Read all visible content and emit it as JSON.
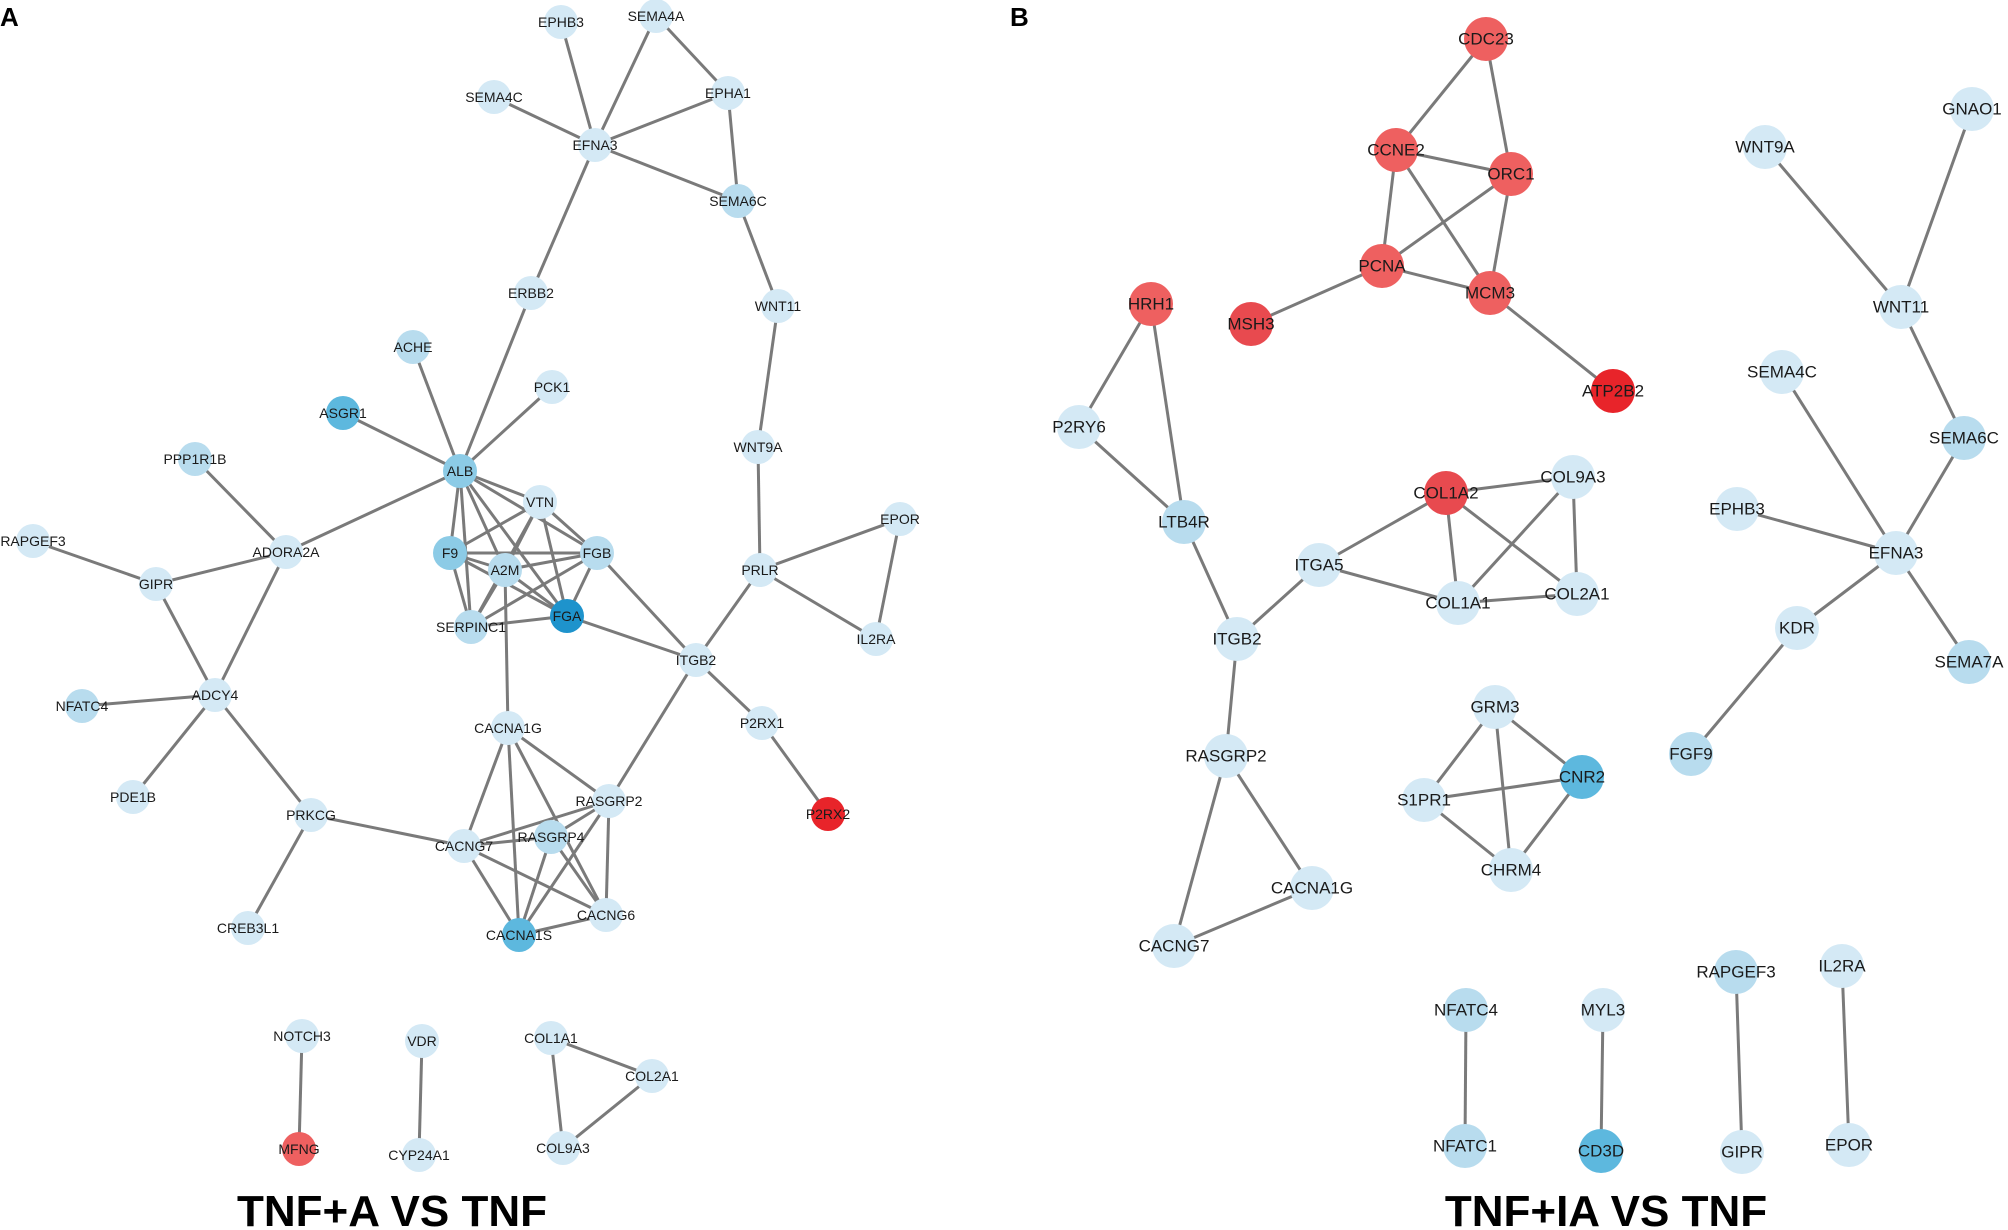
{
  "colors": {
    "edge": "#7a7a7a",
    "pale": "#d4e9f5",
    "light": "#b8dcee",
    "medium": "#8ccbe6",
    "strong": "#5db8de",
    "deep": "#1e93cc",
    "red": "#e8242a",
    "red_soft": "#ee6060",
    "red_mid": "#e84a4f"
  },
  "panels": [
    {
      "letter": "A",
      "title": "TNF+A VS TNF",
      "nodes": [
        {
          "id": "EPHB3",
          "shade": "pale"
        },
        {
          "id": "SEMA4A",
          "shade": "pale"
        },
        {
          "id": "SEMA4C",
          "shade": "pale"
        },
        {
          "id": "EPHA1",
          "shade": "pale"
        },
        {
          "id": "EFNA3",
          "shade": "pale"
        },
        {
          "id": "SEMA6C",
          "shade": "light"
        },
        {
          "id": "ERBB2",
          "shade": "pale"
        },
        {
          "id": "WNT11",
          "shade": "pale"
        },
        {
          "id": "ACHE",
          "shade": "light"
        },
        {
          "id": "PCK1",
          "shade": "pale"
        },
        {
          "id": "ASGR1",
          "shade": "strong"
        },
        {
          "id": "WNT9A",
          "shade": "pale"
        },
        {
          "id": "PPP1R1B",
          "shade": "light"
        },
        {
          "id": "ALB",
          "shade": "medium"
        },
        {
          "id": "VTN",
          "shade": "pale"
        },
        {
          "id": "EPOR",
          "shade": "pale"
        },
        {
          "id": "RAPGEF3",
          "shade": "pale"
        },
        {
          "id": "ADORA2A",
          "shade": "pale"
        },
        {
          "id": "F9",
          "shade": "medium"
        },
        {
          "id": "FGB",
          "shade": "light"
        },
        {
          "id": "A2M",
          "shade": "light"
        },
        {
          "id": "PRLR",
          "shade": "pale"
        },
        {
          "id": "GIPR",
          "shade": "pale"
        },
        {
          "id": "FGA",
          "shade": "deep"
        },
        {
          "id": "SERPINC1",
          "shade": "light"
        },
        {
          "id": "IL2RA",
          "shade": "pale"
        },
        {
          "id": "ITGB2",
          "shade": "pale"
        },
        {
          "id": "NFATC4",
          "shade": "light"
        },
        {
          "id": "ADCY4",
          "shade": "pale"
        },
        {
          "id": "CACNA1G",
          "shade": "pale"
        },
        {
          "id": "P2RX1",
          "shade": "pale"
        },
        {
          "id": "PDE1B",
          "shade": "pale"
        },
        {
          "id": "RASGRP2",
          "shade": "pale"
        },
        {
          "id": "PRKCG",
          "shade": "pale"
        },
        {
          "id": "P2RX2",
          "shade": "red"
        },
        {
          "id": "RASGRP4",
          "shade": "light"
        },
        {
          "id": "CACNG7",
          "shade": "pale"
        },
        {
          "id": "CACNG6",
          "shade": "pale"
        },
        {
          "id": "CREB3L1",
          "shade": "pale"
        },
        {
          "id": "CACNA1S",
          "shade": "strong"
        },
        {
          "id": "NOTCH3",
          "shade": "pale"
        },
        {
          "id": "VDR",
          "shade": "pale"
        },
        {
          "id": "COL1A1",
          "shade": "pale"
        },
        {
          "id": "COL2A1",
          "shade": "pale"
        },
        {
          "id": "MFNG",
          "shade": "red_soft"
        },
        {
          "id": "CYP24A1",
          "shade": "pale"
        },
        {
          "id": "COL9A3",
          "shade": "pale"
        }
      ],
      "edges": [
        [
          "EPHB3",
          "EFNA3"
        ],
        [
          "SEMA4A",
          "EFNA3"
        ],
        [
          "SEMA4A",
          "EPHA1"
        ],
        [
          "SEMA4C",
          "EFNA3"
        ],
        [
          "EPHA1",
          "EFNA3"
        ],
        [
          "EPHA1",
          "SEMA6C"
        ],
        [
          "EFNA3",
          "SEMA6C"
        ],
        [
          "EFNA3",
          "ERBB2"
        ],
        [
          "SEMA6C",
          "WNT11"
        ],
        [
          "WNT11",
          "WNT9A"
        ],
        [
          "WNT9A",
          "PRLR"
        ],
        [
          "ERBB2",
          "ALB"
        ],
        [
          "ACHE",
          "ALB"
        ],
        [
          "PCK1",
          "ALB"
        ],
        [
          "ASGR1",
          "ALB"
        ],
        [
          "ALB",
          "ADORA2A"
        ],
        [
          "ALB",
          "VTN"
        ],
        [
          "ALB",
          "F9"
        ],
        [
          "ALB",
          "FGB"
        ],
        [
          "ALB",
          "A2M"
        ],
        [
          "ALB",
          "FGA"
        ],
        [
          "ALB",
          "SERPINC1"
        ],
        [
          "VTN",
          "F9"
        ],
        [
          "VTN",
          "FGB"
        ],
        [
          "VTN",
          "A2M"
        ],
        [
          "VTN",
          "FGA"
        ],
        [
          "VTN",
          "SERPINC1"
        ],
        [
          "F9",
          "FGB"
        ],
        [
          "F9",
          "A2M"
        ],
        [
          "F9",
          "FGA"
        ],
        [
          "F9",
          "SERPINC1"
        ],
        [
          "FGB",
          "A2M"
        ],
        [
          "FGB",
          "FGA"
        ],
        [
          "FGB",
          "SERPINC1"
        ],
        [
          "FGB",
          "ITGB2"
        ],
        [
          "A2M",
          "FGA"
        ],
        [
          "A2M",
          "SERPINC1"
        ],
        [
          "A2M",
          "CACNA1G"
        ],
        [
          "FGA",
          "SERPINC1"
        ],
        [
          "FGA",
          "ITGB2"
        ],
        [
          "PPP1R1B",
          "ADORA2A"
        ],
        [
          "ADORA2A",
          "GIPR"
        ],
        [
          "ADORA2A",
          "ADCY4"
        ],
        [
          "RAPGEF3",
          "GIPR"
        ],
        [
          "GIPR",
          "ADCY4"
        ],
        [
          "NFATC4",
          "ADCY4"
        ],
        [
          "ADCY4",
          "PDE1B"
        ],
        [
          "ADCY4",
          "PRKCG"
        ],
        [
          "PRKCG",
          "CREB3L1"
        ],
        [
          "PRKCG",
          "CACNG7"
        ],
        [
          "PRLR",
          "ITGB2"
        ],
        [
          "PRLR",
          "EPOR"
        ],
        [
          "PRLR",
          "IL2RA"
        ],
        [
          "EPOR",
          "IL2RA"
        ],
        [
          "ITGB2",
          "P2RX1"
        ],
        [
          "ITGB2",
          "RASGRP2"
        ],
        [
          "P2RX1",
          "P2RX2"
        ],
        [
          "CACNA1G",
          "RASGRP2"
        ],
        [
          "CACNA1G",
          "CACNG7"
        ],
        [
          "CACNA1G",
          "CACNA1S"
        ],
        [
          "CACNA1G",
          "CACNG6"
        ],
        [
          "RASGRP2",
          "CACNG7"
        ],
        [
          "RASGRP2",
          "RASGRP4"
        ],
        [
          "RASGRP2",
          "CACNG6"
        ],
        [
          "RASGRP2",
          "CACNA1S"
        ],
        [
          "RASGRP4",
          "CACNG7"
        ],
        [
          "RASGRP4",
          "CACNG6"
        ],
        [
          "RASGRP4",
          "CACNA1S"
        ],
        [
          "CACNG7",
          "CACNA1S"
        ],
        [
          "CACNG7",
          "CACNG6"
        ],
        [
          "CACNA1S",
          "CACNG6"
        ],
        [
          "NOTCH3",
          "MFNG"
        ],
        [
          "VDR",
          "CYP24A1"
        ],
        [
          "COL1A1",
          "COL2A1"
        ],
        [
          "COL1A1",
          "COL9A3"
        ],
        [
          "COL2A1",
          "COL9A3"
        ]
      ]
    },
    {
      "letter": "B",
      "title": "TNF+IA VS TNF",
      "nodes": [
        {
          "id": "CDC23",
          "shade": "red_soft"
        },
        {
          "id": "CCNE2",
          "shade": "red_soft"
        },
        {
          "id": "ORC1",
          "shade": "red_soft"
        },
        {
          "id": "PCNA",
          "shade": "red_soft"
        },
        {
          "id": "MCM3",
          "shade": "red_soft"
        },
        {
          "id": "MSH3",
          "shade": "red_mid"
        },
        {
          "id": "ATP2B2",
          "shade": "red"
        },
        {
          "id": "HRH1",
          "shade": "red_soft"
        },
        {
          "id": "P2RY6",
          "shade": "pale"
        },
        {
          "id": "LTB4R",
          "shade": "light"
        },
        {
          "id": "ITGA5",
          "shade": "pale"
        },
        {
          "id": "ITGB2",
          "shade": "pale"
        },
        {
          "id": "COL1A2",
          "shade": "red_mid"
        },
        {
          "id": "COL9A3",
          "shade": "pale"
        },
        {
          "id": "COL1A1",
          "shade": "pale"
        },
        {
          "id": "COL2A1",
          "shade": "pale"
        },
        {
          "id": "RASGRP2",
          "shade": "pale"
        },
        {
          "id": "CACNA1G",
          "shade": "pale"
        },
        {
          "id": "CACNG7",
          "shade": "pale"
        },
        {
          "id": "GRM3",
          "shade": "pale"
        },
        {
          "id": "S1PR1",
          "shade": "pale"
        },
        {
          "id": "CNR2",
          "shade": "strong"
        },
        {
          "id": "CHRM4",
          "shade": "pale"
        },
        {
          "id": "GNAO1",
          "shade": "pale"
        },
        {
          "id": "WNT9A",
          "shade": "pale"
        },
        {
          "id": "WNT11",
          "shade": "pale"
        },
        {
          "id": "SEMA4C",
          "shade": "pale"
        },
        {
          "id": "SEMA6C",
          "shade": "light"
        },
        {
          "id": "EPHB3",
          "shade": "pale"
        },
        {
          "id": "EFNA3",
          "shade": "pale"
        },
        {
          "id": "KDR",
          "shade": "pale"
        },
        {
          "id": "SEMA7A",
          "shade": "light"
        },
        {
          "id": "FGF9",
          "shade": "light"
        },
        {
          "id": "NFATC4",
          "shade": "light"
        },
        {
          "id": "NFATC1",
          "shade": "light"
        },
        {
          "id": "MYL3",
          "shade": "pale"
        },
        {
          "id": "CD3D",
          "shade": "strong"
        },
        {
          "id": "RAPGEF3",
          "shade": "light"
        },
        {
          "id": "GIPR",
          "shade": "pale"
        },
        {
          "id": "IL2RA",
          "shade": "pale"
        },
        {
          "id": "EPOR",
          "shade": "pale"
        }
      ],
      "edges": [
        [
          "CDC23",
          "CCNE2"
        ],
        [
          "CDC23",
          "ORC1"
        ],
        [
          "CCNE2",
          "ORC1"
        ],
        [
          "CCNE2",
          "PCNA"
        ],
        [
          "CCNE2",
          "MCM3"
        ],
        [
          "ORC1",
          "PCNA"
        ],
        [
          "ORC1",
          "MCM3"
        ],
        [
          "PCNA",
          "MCM3"
        ],
        [
          "PCNA",
          "MSH3"
        ],
        [
          "MCM3",
          "ATP2B2"
        ],
        [
          "HRH1",
          "P2RY6"
        ],
        [
          "HRH1",
          "LTB4R"
        ],
        [
          "P2RY6",
          "LTB4R"
        ],
        [
          "LTB4R",
          "ITGB2"
        ],
        [
          "ITGA5",
          "ITGB2"
        ],
        [
          "ITGA5",
          "COL1A2"
        ],
        [
          "ITGA5",
          "COL1A1"
        ],
        [
          "COL1A2",
          "COL9A3"
        ],
        [
          "COL1A2",
          "COL1A1"
        ],
        [
          "COL1A2",
          "COL2A1"
        ],
        [
          "COL9A3",
          "COL1A1"
        ],
        [
          "COL9A3",
          "COL2A1"
        ],
        [
          "COL1A1",
          "COL2A1"
        ],
        [
          "ITGB2",
          "RASGRP2"
        ],
        [
          "RASGRP2",
          "CACNA1G"
        ],
        [
          "RASGRP2",
          "CACNG7"
        ],
        [
          "CACNA1G",
          "CACNG7"
        ],
        [
          "GRM3",
          "S1PR1"
        ],
        [
          "GRM3",
          "CNR2"
        ],
        [
          "GRM3",
          "CHRM4"
        ],
        [
          "S1PR1",
          "CNR2"
        ],
        [
          "S1PR1",
          "CHRM4"
        ],
        [
          "CNR2",
          "CHRM4"
        ],
        [
          "GNAO1",
          "WNT11"
        ],
        [
          "WNT9A",
          "WNT11"
        ],
        [
          "WNT11",
          "SEMA6C"
        ],
        [
          "SEMA6C",
          "EFNA3"
        ],
        [
          "SEMA4C",
          "EFNA3"
        ],
        [
          "EPHB3",
          "EFNA3"
        ],
        [
          "EFNA3",
          "KDR"
        ],
        [
          "EFNA3",
          "SEMA7A"
        ],
        [
          "KDR",
          "FGF9"
        ],
        [
          "NFATC4",
          "NFATC1"
        ],
        [
          "MYL3",
          "CD3D"
        ],
        [
          "RAPGEF3",
          "GIPR"
        ],
        [
          "IL2RA",
          "EPOR"
        ]
      ]
    }
  ]
}
